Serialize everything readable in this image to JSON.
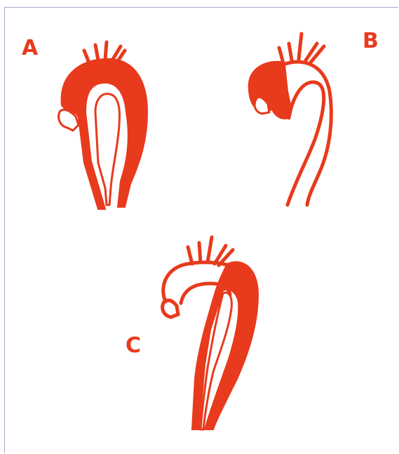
{
  "colors": {
    "vessel": "#e83a1c",
    "background": "#ffffff",
    "frame": "#a9a9c9"
  },
  "labels": {
    "a": "A",
    "b": "B",
    "c": "C"
  }
}
